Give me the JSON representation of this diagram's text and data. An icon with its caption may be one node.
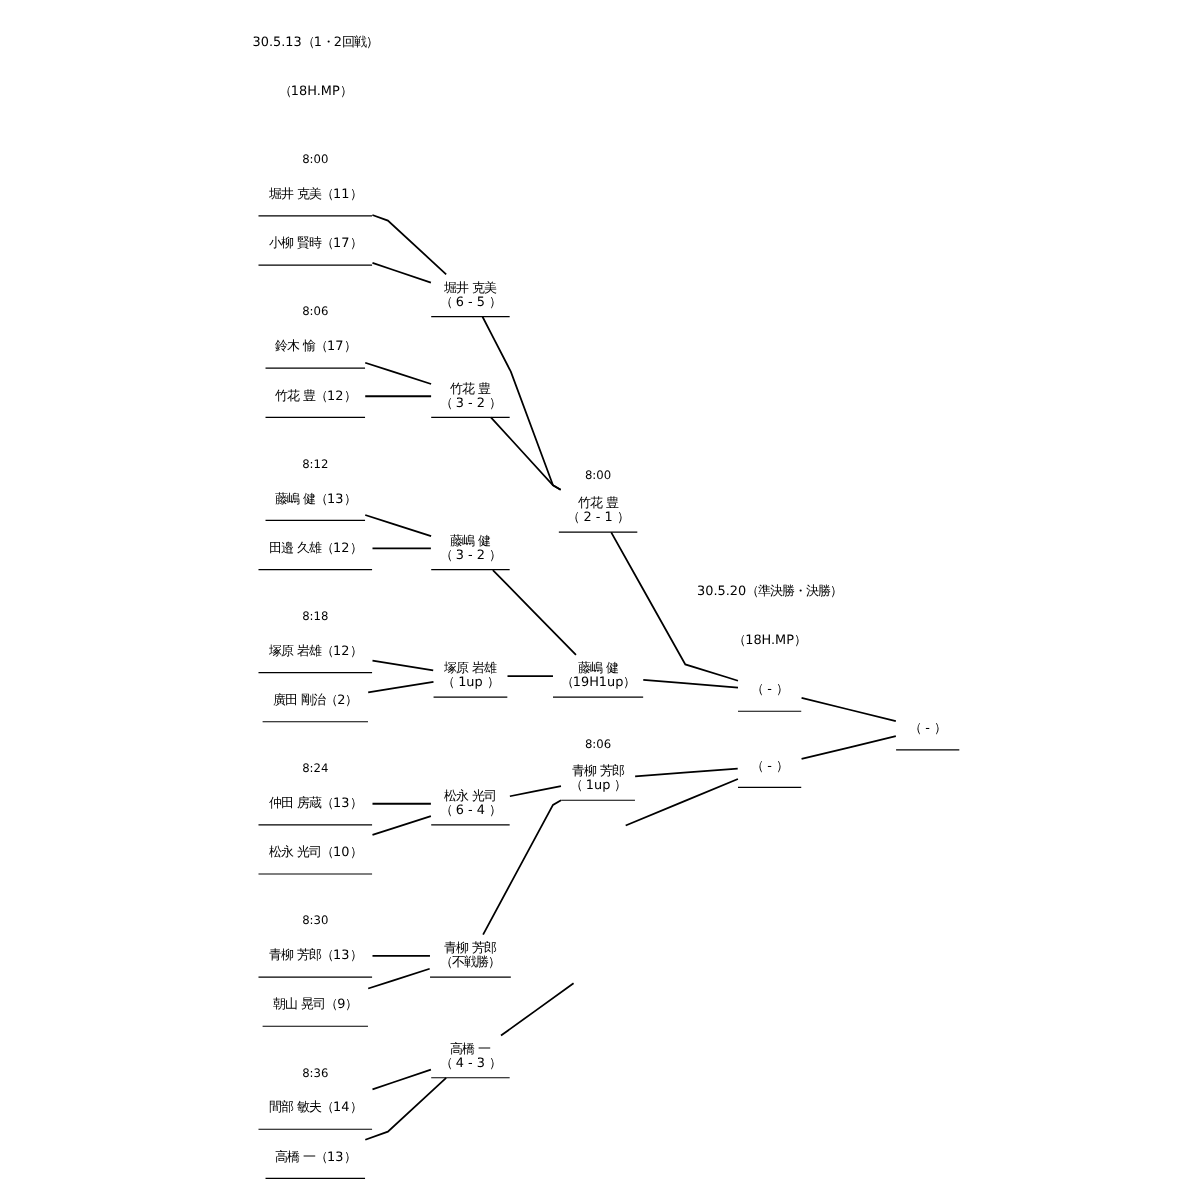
{
  "diagram": {
    "nodes": [
      {
        "text": [
          "堀井 克美（11）"
        ],
        "beside": [
          "8:00"
        ]
      },
      {
        "text": [
          "小柳 賢時（17）"
        ]
      },
      {
        "text": [
          "鈴木 愉（17）"
        ],
        "beside": [
          "8:06"
        ]
      },
      {
        "text": [
          "竹花 豊（12）"
        ]
      },
      {
        "text": [
          "藤嶋 健（13）"
        ],
        "beside": [
          "8:12"
        ]
      },
      {
        "text": [
          "田邉 久雄（12）"
        ]
      },
      {
        "text": [
          "塚原 岩雄（12）"
        ],
        "beside": [
          "8:18"
        ]
      },
      {
        "text": [
          "廣田 剛治（2）"
        ]
      },
      {
        "text": [
          "仲田 房蔵（13）"
        ],
        "beside": [
          "8:24"
        ]
      },
      {
        "text": [
          "松永 光司（10）"
        ]
      },
      {
        "text": [
          "青柳 芳郎（13）"
        ],
        "beside": [
          "8:30"
        ]
      },
      {
        "text": [
          "朝山 晃司（9）"
        ]
      },
      {
        "text": [
          "間部 敏夫（14）"
        ],
        "beside": [
          "8:36"
        ]
      },
      {
        "text": [
          "高橋 一（13）"
        ]
      },
      {
        "text": [
          "堀井 克美",
          "（ 6 - 5 ）"
        ]
      },
      {
        "text": [
          "竹花 豊",
          "（ 3 - 2 ）"
        ]
      },
      {
        "text": [
          "藤嶋 健",
          "（ 3 - 2 ）"
        ]
      },
      {
        "text": [
          "塚原 岩雄",
          "（ 1up ）"
        ]
      },
      {
        "text": [
          "松永 光司",
          "（ 6 - 4 ）"
        ]
      },
      {
        "text": [
          "青柳 芳郎",
          "（不戦勝）"
        ]
      },
      {
        "text": [
          "高橋 一",
          "（ 4 - 3 ）"
        ]
      },
      {
        "text": [
          "竹花 豊",
          "（ 2 - 1 ）"
        ],
        "beside": [
          "8:00"
        ]
      },
      {
        "text": [
          "藤嶋 健",
          "（19H1up）"
        ]
      },
      {
        "text": [
          "青柳 芳郎",
          "（ 1up ）"
        ],
        "beside": [
          "8:06"
        ]
      },
      {
        "text": [
          "（ - ）"
        ]
      },
      {
        "text": [
          "（ - ）"
        ]
      },
      {
        "text": [
          "（ - ）"
        ]
      }
    ],
    "edges": [
      {
        "from": 0,
        "to": 14,
        "arrow": "none"
      },
      {
        "from": 1,
        "to": 14,
        "arrow": "none"
      },
      {
        "from": 2,
        "to": 15,
        "arrow": "none"
      },
      {
        "from": 3,
        "to": 15,
        "arrow": "none"
      },
      {
        "from": 4,
        "to": 16,
        "arrow": "none"
      },
      {
        "from": 5,
        "to": 16,
        "arrow": "none"
      },
      {
        "from": 6,
        "to": 17,
        "arrow": "none"
      },
      {
        "from": 7,
        "to": 17,
        "arrow": "none"
      },
      {
        "from": 8,
        "to": 18,
        "arrow": "none"
      },
      {
        "from": 9,
        "to": 18,
        "arrow": "none"
      },
      {
        "from": 10,
        "to": 19,
        "arrow": "none"
      },
      {
        "from": 11,
        "to": 19,
        "arrow": "none"
      },
      {
        "from": 12,
        "to": 20,
        "arrow": "none"
      },
      {
        "from": 13,
        "to": 20,
        "arrow": "none"
      },
      {
        "from": 14,
        "to": 21,
        "arrow": "none"
      },
      {
        "from": 15,
        "to": 21,
        "arrow": "none"
      },
      {
        "from": 16,
        "to": 22,
        "arrow": "none"
      },
      {
        "from": 17,
        "to": 22,
        "arrow": "none"
      },
      {
        "from": 18,
        "to": 23,
        "arrow": "none"
      },
      {
        "from": 19,
        "to": 23,
        "arrow": "none"
      },
      {
        "from": 20,
        "to": null,
        "arrow": "none"
      },
      {
        "from": 21,
        "to": 24,
        "arrow": "none"
      },
      {
        "from": 22,
        "to": 24,
        "arrow": "none"
      },
      {
        "from": 23,
        "to": 25,
        "arrow": "none"
      },
      {
        "from": null,
        "to": 25,
        "arrow": "none"
      },
      {
        "from": 24,
        "to": 26,
        "arrow": "none"
      },
      {
        "from": 25,
        "to": 26,
        "arrow": "none"
      }
    ],
    "labels": [
      "30.5.13（1・2回戦）",
      "（18H.MP）",
      "30.5.20（準決勝・決勝）",
      "（18H.MP）"
    ]
  }
}
